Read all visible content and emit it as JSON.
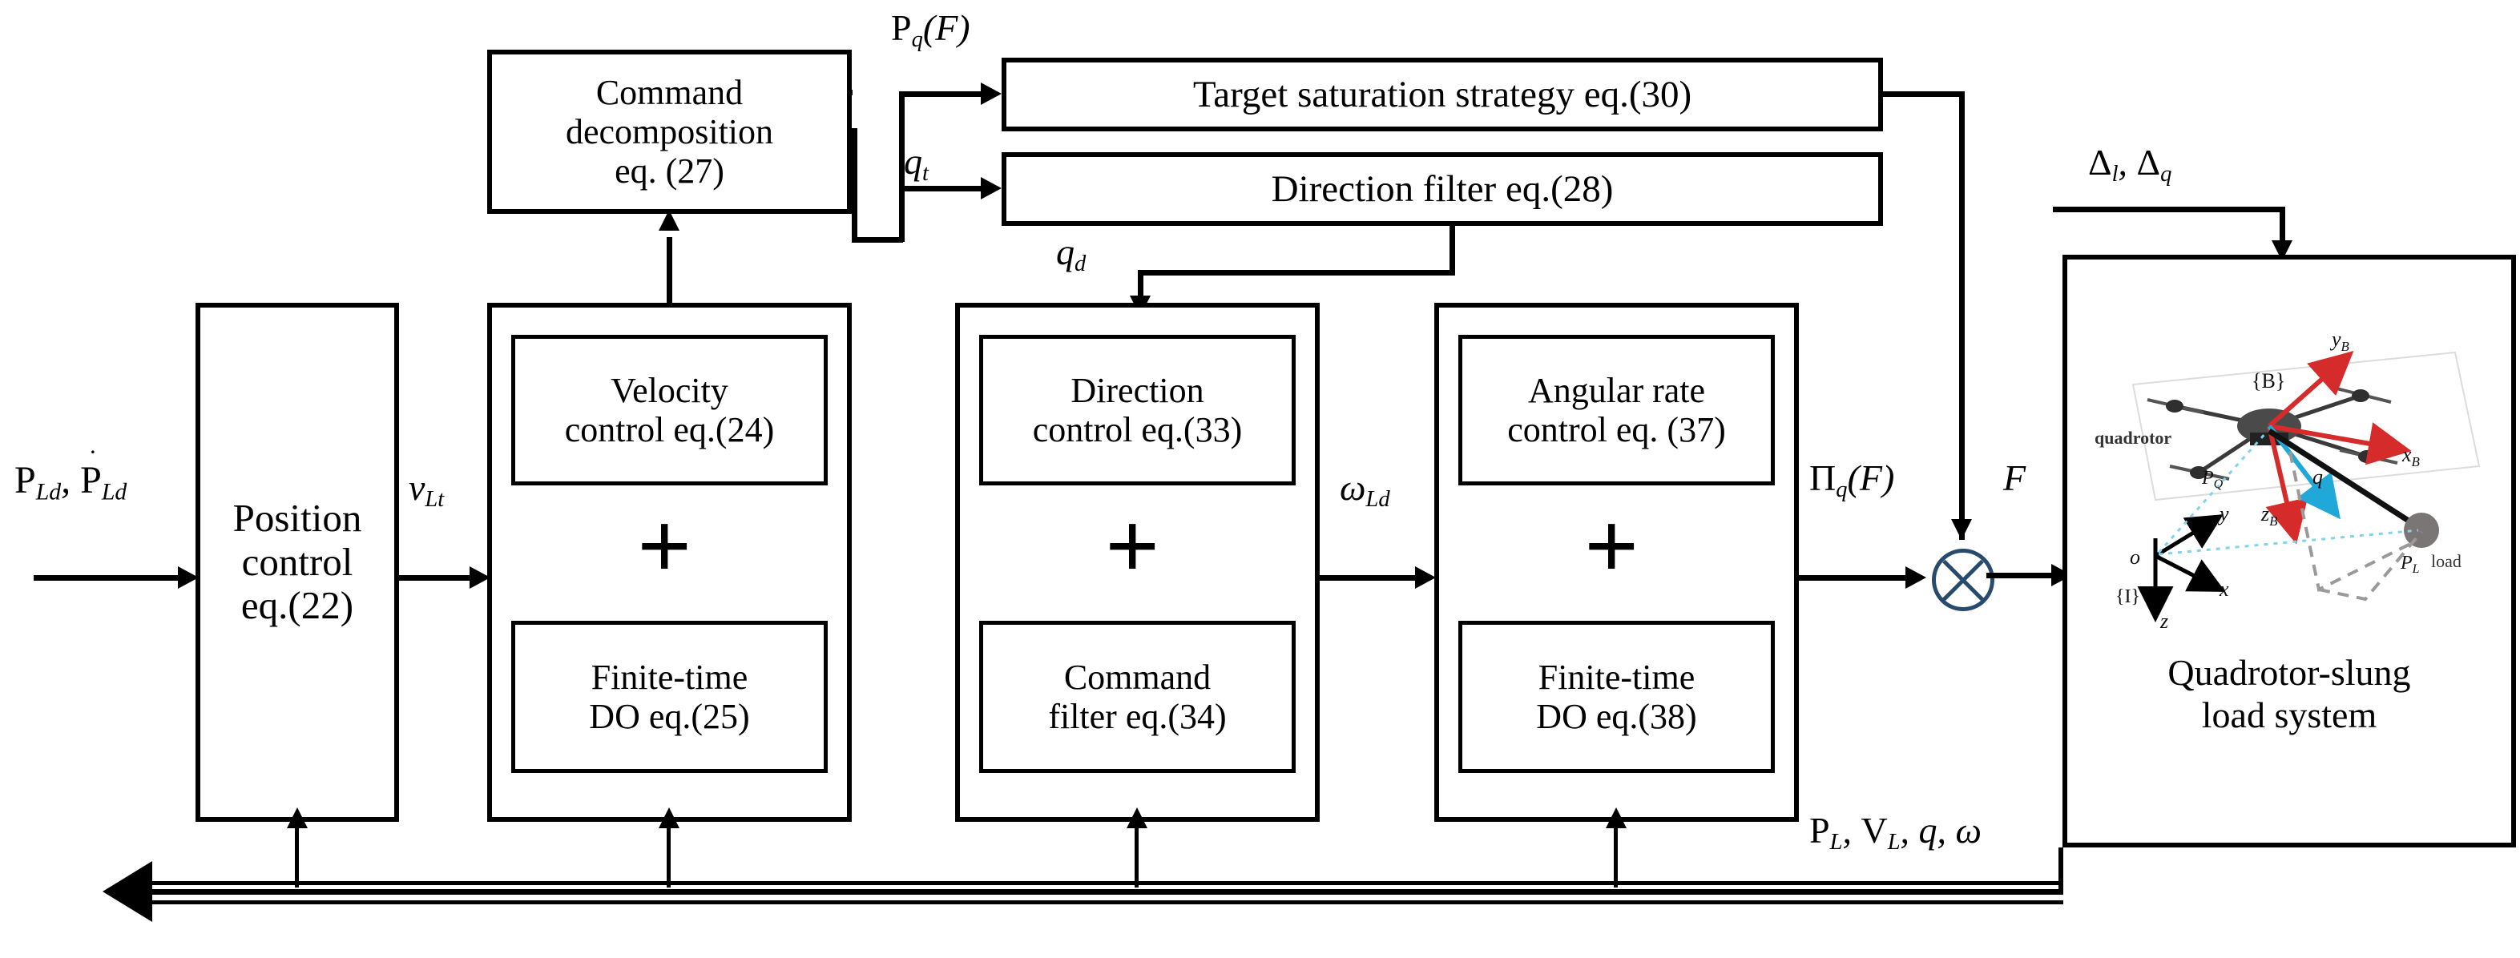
{
  "diagram": {
    "title": "Quadrotor-slung load control block diagram",
    "type": "control-block-diagram"
  },
  "blocks": {
    "command_decomposition": {
      "line1": "Command",
      "line2": "decomposition",
      "line3": "eq. (27)"
    },
    "target_saturation": {
      "label": "Target saturation strategy eq.(30)"
    },
    "direction_filter": {
      "label": "Direction filter eq.(28)"
    },
    "position_control": {
      "line1": "Position",
      "line2": "control",
      "line3": "eq.(22)"
    },
    "velocity_control": {
      "line1": "Velocity",
      "line2": "control eq.(24)"
    },
    "finite_time_do_25": {
      "line1": "Finite-time",
      "line2": "DO eq.(25)"
    },
    "direction_control": {
      "line1": "Direction",
      "line2": "control eq.(33)"
    },
    "command_filter": {
      "line1": "Command",
      "line2": "filter eq.(34)"
    },
    "angular_rate_control": {
      "line1": "Angular rate",
      "line2": "control eq. (37)"
    },
    "finite_time_do_38": {
      "line1": "Finite-time",
      "line2": "DO eq.(38)"
    },
    "plant": {
      "caption_line1": "Quadrotor-slung",
      "caption_line2": "load system"
    }
  },
  "operators": {
    "plus_sign": "+",
    "multiply_symbol": "multiply-cross",
    "multiply_color": "#274a6d"
  },
  "signals": {
    "pq_F": {
      "base": "P",
      "sub": "q",
      "tail": "(F)"
    },
    "qt": {
      "base": "q",
      "sub": "t"
    },
    "qd": {
      "base": "q",
      "sub": "d"
    },
    "p_ld": {
      "text": "P_Ld, Ṗ_Ld"
    },
    "v_lt": {
      "base": "v",
      "sub": "Lt"
    },
    "omega_ld": {
      "base": "ω",
      "sub": "Ld"
    },
    "pi_q_F": {
      "base": "Π",
      "sub": "q",
      "tail": "(F)"
    },
    "force_F": {
      "text": "F"
    },
    "disturbances": {
      "text": "Δ_l, Δ_q"
    },
    "feedback": {
      "text": "P_L, V_L, q, ω"
    }
  },
  "plant_figure": {
    "labels": {
      "frame_body": "{B}",
      "frame_inertial": "{I}",
      "quadrotor": "quadrotor",
      "load": "load",
      "axis_xb": "x_B",
      "axis_yb": "y_B",
      "axis_zb": "z_B",
      "axis_x": "x",
      "axis_y": "y",
      "axis_z": "z",
      "origin": "o",
      "vector_q": "q",
      "pos_quadrotor": "P_Q",
      "pos_load": "P_L"
    },
    "colors": {
      "body_axes": "#d62b2b",
      "cable_vector": "#1fa8d8",
      "inertial_axes": "#000000",
      "load_body": "#6b6b6b"
    }
  }
}
